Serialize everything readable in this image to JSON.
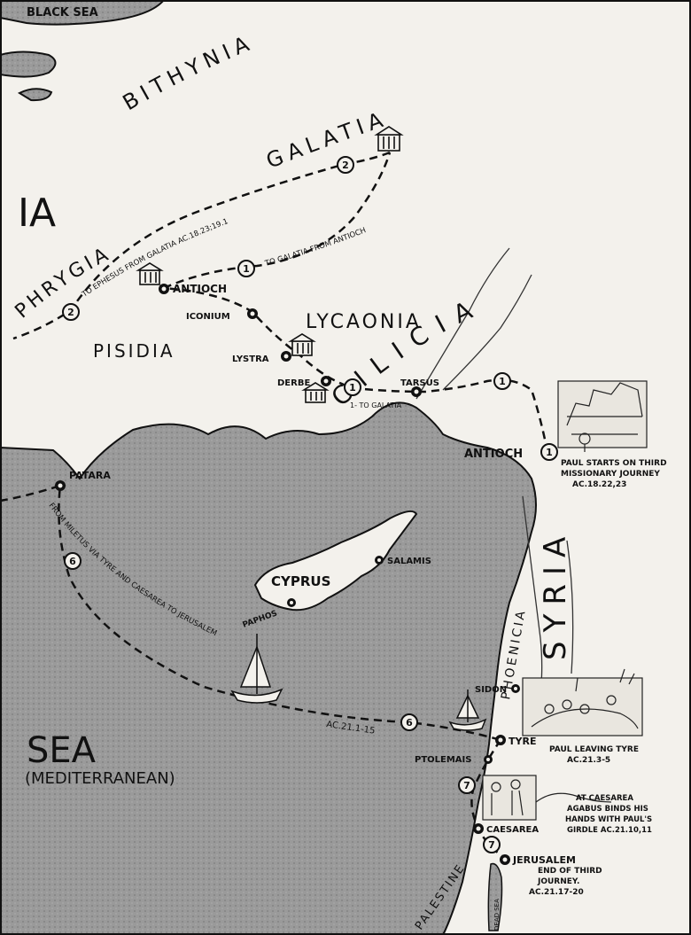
{
  "colors": {
    "sea": "#8f8f8f",
    "land": "#f3f1ec",
    "ink": "#111111",
    "route": "#111111"
  },
  "seas": {
    "black_sea": "BLACK SEA",
    "sea": "SEA",
    "mediterranean": "(MEDITERRANEAN)",
    "dead_sea": "DEAD SEA"
  },
  "regions": {
    "bithynia": "BITHYNIA",
    "galatia": "GALATIA",
    "asia_fragment": "IA",
    "phrygia": "PHRYGIA",
    "lycaonia": "LYCAONIA",
    "pisidia": "PISIDIA",
    "cilicia": "CILICIA",
    "cyprus": "CYPRUS",
    "phoenicia": "PHOENICIA",
    "syria": "SYRIA",
    "palestine": "PALESTINE"
  },
  "cities": {
    "antioch_pisidia": "ANTIOCH",
    "iconium": "ICONIUM",
    "lystra": "LYSTRA",
    "derbe": "DERBE",
    "tarsus": "TARSUS",
    "antioch_syria": "ANTIOCH",
    "patara": "PATARA",
    "salamis": "SALAMIS",
    "paphos": "PAPHOS",
    "sidon": "SIDON",
    "tyre": "TYRE",
    "ptolemais": "PTOLEMAIS",
    "caesarea": "CAESAREA",
    "jerusalem": "JERUSALEM"
  },
  "route_labels": {
    "to_ephesus": "TO EPHESUS FROM GALATIA AC.18.23;19.1",
    "galatia_from_antioch": "TO GALATIA FROM ANTIOCH",
    "to_galatia_from_antioch": "TO GALATIA FROM ANTIOCH",
    "to_galatia": "1- TO GALATIA",
    "miletus_to_jerusalem": "FROM MILETUS VIA TYRE AND CAESAREA TO JERUSALEM",
    "ac_21": "AC.21.1-15"
  },
  "markers": [
    "1",
    "2",
    "6",
    "7"
  ],
  "captions": {
    "start_1": "PAUL STARTS ON THIRD",
    "start_2": "MISSIONARY JOURNEY",
    "start_3": "AC.18.22,23",
    "tyre_1": "PAUL LEAVING TYRE",
    "tyre_2": "AC.21.3-5",
    "agabus_1": "AT CAESAREA",
    "agabus_2": "AGABUS BINDS HIS",
    "agabus_3": "HANDS WITH PAUL'S",
    "agabus_4": "GIRDLE AC.21.10,11",
    "end_1": "END OF THIRD",
    "end_2": "JOURNEY.",
    "end_3": "AC.21.17-20"
  }
}
